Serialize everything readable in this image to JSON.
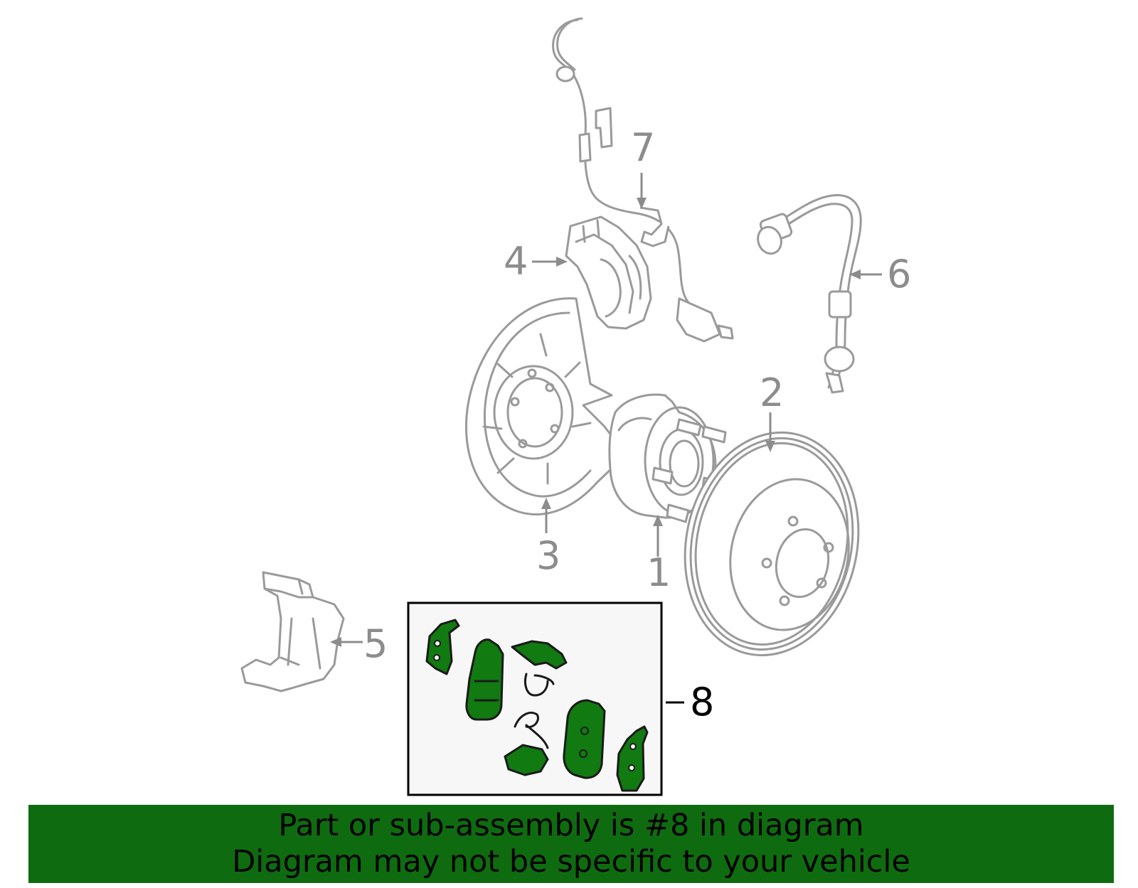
{
  "callouts": {
    "c1": "1",
    "c2": "2",
    "c3": "3",
    "c4": "4",
    "c5": "5",
    "c6": "6",
    "c7": "7",
    "c8": "8"
  },
  "highlighted_callout": "8",
  "colors": {
    "highlight_part": "#117a11",
    "banner_background": "#0f6b0f",
    "line_art": "#9a9a9a"
  },
  "banner": {
    "line1": "Part or sub-assembly is #8 in diagram",
    "line2": "Diagram may not be specific to your vehicle"
  }
}
